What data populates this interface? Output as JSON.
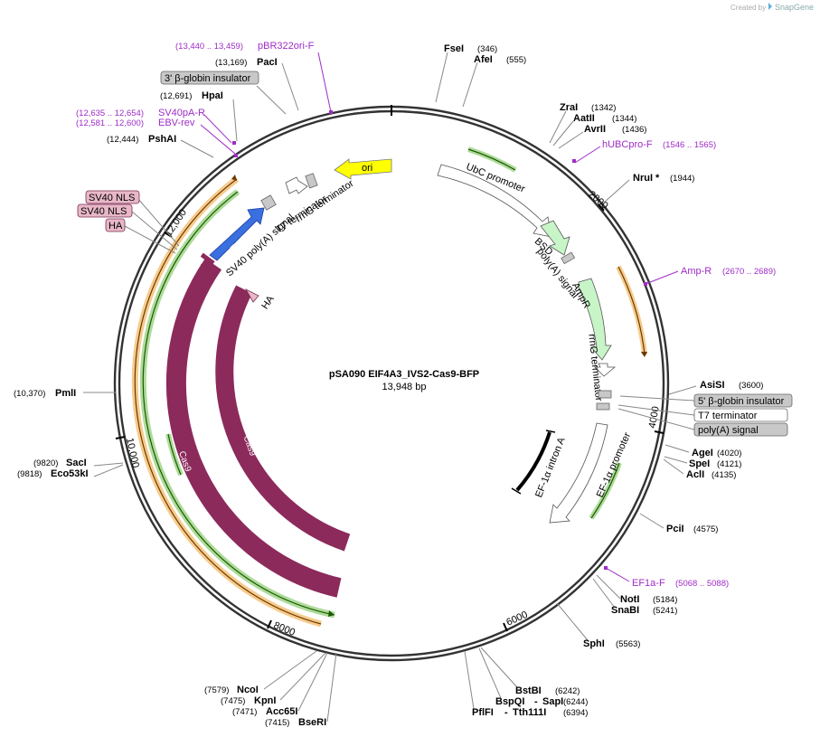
{
  "watermark": {
    "prefix": "Created by",
    "brand": "SnapGene"
  },
  "plasmid": {
    "name": "pSA090 EIF4A3_IVS2-Cas9-BFP",
    "size": "13,948 bp"
  },
  "ticks": [
    "2000",
    "4000",
    "6000",
    "8000",
    "10,000",
    "12,000"
  ],
  "sites": {
    "fsei": {
      "name": "FseI",
      "pos": "(346)"
    },
    "afei": {
      "name": "AfeI",
      "pos": "(555)"
    },
    "zrai": {
      "name": "ZraI",
      "pos": "(1342)"
    },
    "aatii": {
      "name": "AatII",
      "pos": "(1344)"
    },
    "avrii": {
      "name": "AvrII",
      "pos": "(1436)"
    },
    "nrui": {
      "name": "NruI *",
      "pos": "(1944)"
    },
    "asisi": {
      "name": "AsiSI",
      "pos": "(3600)"
    },
    "agei": {
      "name": "AgeI",
      "pos": "(4020)"
    },
    "spei": {
      "name": "SpeI",
      "pos": "(4121)"
    },
    "acli": {
      "name": "AclI",
      "pos": "(4135)"
    },
    "pcii": {
      "name": "PciI",
      "pos": "(4575)"
    },
    "noti": {
      "name": "NotI",
      "pos": "(5184)"
    },
    "snabi": {
      "name": "SnaBI",
      "pos": "(5241)"
    },
    "sphi": {
      "name": "SphI",
      "pos": "(5563)"
    },
    "bstbi": {
      "name": "BstBI",
      "pos": "(6242)"
    },
    "bspqi": {
      "name": "BspQI",
      "sep": "-",
      "name2": "SapI",
      "pos": "(6244)"
    },
    "pflfi": {
      "name": "PflFI",
      "sep": "-",
      "name2": "Tth111I",
      "pos": "(6394)"
    },
    "ncoi": {
      "name": "NcoI",
      "pos": "(7579)"
    },
    "kpni": {
      "name": "KpnI",
      "pos": "(7475)"
    },
    "acc65i": {
      "name": "Acc65I",
      "pos": "(7471)"
    },
    "bseri": {
      "name": "BseRI",
      "pos": "(7415)"
    },
    "saci": {
      "name": "SacI",
      "pos": "(9820)"
    },
    "eco53ki": {
      "name": "Eco53kI",
      "pos": "(9818)"
    },
    "pmli": {
      "name": "PmlI",
      "pos": "(10,370)"
    },
    "pshai": {
      "name": "PshAI",
      "pos": "(12,444)"
    },
    "hpai": {
      "name": "HpaI",
      "pos": "(12,691)"
    },
    "paci": {
      "name": "PacI",
      "pos": "(13,169)"
    }
  },
  "primers": {
    "pbr322ori": {
      "name": "pBR322ori-F",
      "pos": "(13,440 .. 13,459)"
    },
    "sv40pa": {
      "name": "SV40pA-R",
      "pos": "(12,635 .. 12,654)"
    },
    "ebv": {
      "name": "EBV-rev",
      "pos": "(12,581 .. 12,600)"
    },
    "hubcpro": {
      "name": "hUBCpro-F",
      "pos": "(1546 .. 1565)"
    },
    "ampr": {
      "name": "Amp-R",
      "pos": "(2670 .. 2689)"
    },
    "ef1a": {
      "name": "EF1a-F",
      "pos": "(5068 .. 5088)"
    }
  },
  "boxed_labels": {
    "beta_globin_3": "3' β-globin insulator",
    "sv40nls_1": "SV40 NLS",
    "sv40nls_2": "SV40 NLS",
    "ha_box": "HA",
    "beta_globin_5": "5' β-globin insulator",
    "t7_box": "T7 terminator",
    "polya_box": "poly(A) signal"
  },
  "features": {
    "ori": "ori",
    "rrng_top": "rrnG terminator",
    "t7_top": "T7 terminator",
    "sv40_polya": "SV40 poly(A) signal",
    "tagbfp": "TagBFP",
    "ubc": "UbC promoter",
    "bsd": "BSD",
    "polya": "poly(A) signal",
    "ampr": "AmpR",
    "rrng_right": "rrnG terminator",
    "ef1a_intron": "EF-1α intron A",
    "ef1a_prom": "EF-1α promoter",
    "ha": "HA",
    "cas9_inner": "Cas9",
    "cas9_outer": "Cas9"
  },
  "colors": {
    "cas9": "#8c2a5c",
    "tagbfp": "#3a6fe0",
    "ori": "#ffff00",
    "bsd": "#c8f5c8",
    "ampr": "#c8f5c8",
    "primer": "#9e2cc7",
    "orf_green": "#4caf1f",
    "orf_orange": "#f0a030"
  }
}
